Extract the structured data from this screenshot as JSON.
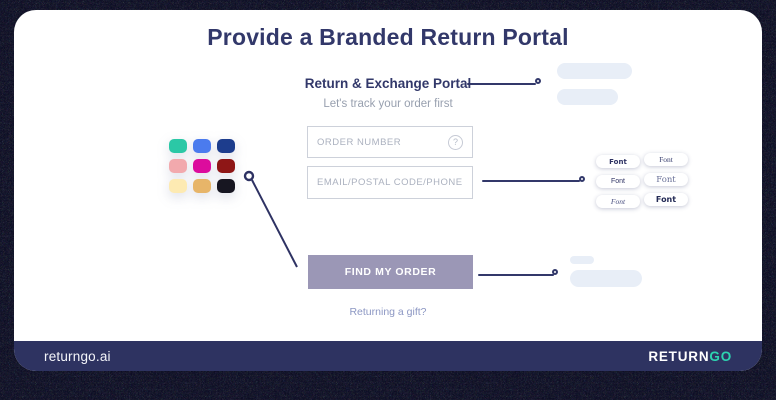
{
  "title": "Provide a Branded Return Portal",
  "portal": {
    "heading": "Return & Exchange Portal",
    "subheading": "Let's track your order first",
    "order_field": {
      "placeholder": "ORDER NUMBER",
      "help_icon": "?"
    },
    "contact_field": {
      "placeholder": "EMAIL/POSTAL CODE/PHONE"
    },
    "submit_button": "FIND MY ORDER",
    "gift_link": "Returning a gift?"
  },
  "branding": {
    "color_swatches": [
      "#2bc8a6",
      "#4b7bee",
      "#1d3d8d",
      "#f2a9ad",
      "#dc0c9d",
      "#8e1616",
      "#fdeab2",
      "#e7b569",
      "#171621"
    ],
    "font_options": [
      "Font",
      "Font",
      "Font",
      "Font",
      "Font",
      "Font"
    ]
  },
  "theme": {
    "navy": "#32386a",
    "accent_teal": "#2dd3b0",
    "button_fill": "#9b97b6",
    "footer_bg": "#2e3361"
  },
  "footer": {
    "site_label": "returngo.ai",
    "logo_return": "RETURN",
    "logo_go": "GO"
  }
}
